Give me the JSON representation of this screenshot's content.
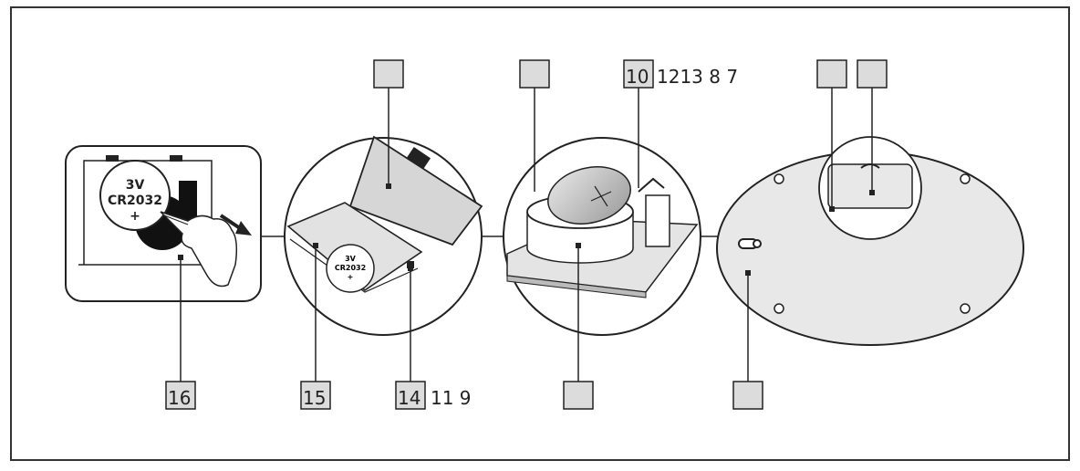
{
  "diagram": {
    "battery_label_large": {
      "voltage": "3V",
      "model": "CR2032",
      "sign": "+"
    },
    "battery_label_small": {
      "voltage": "3V",
      "model": "CR2032",
      "sign": "+"
    },
    "callouts": {
      "label_16": "16",
      "label_15": "15",
      "label_14": "14",
      "label_14_extra": "11 9",
      "label_10": "10",
      "label_10_extra": "1213 8 7"
    },
    "colors": {
      "line": "#222222",
      "box_fill": "#dcdcdc",
      "panel_fill": "#e6e6e6"
    }
  }
}
